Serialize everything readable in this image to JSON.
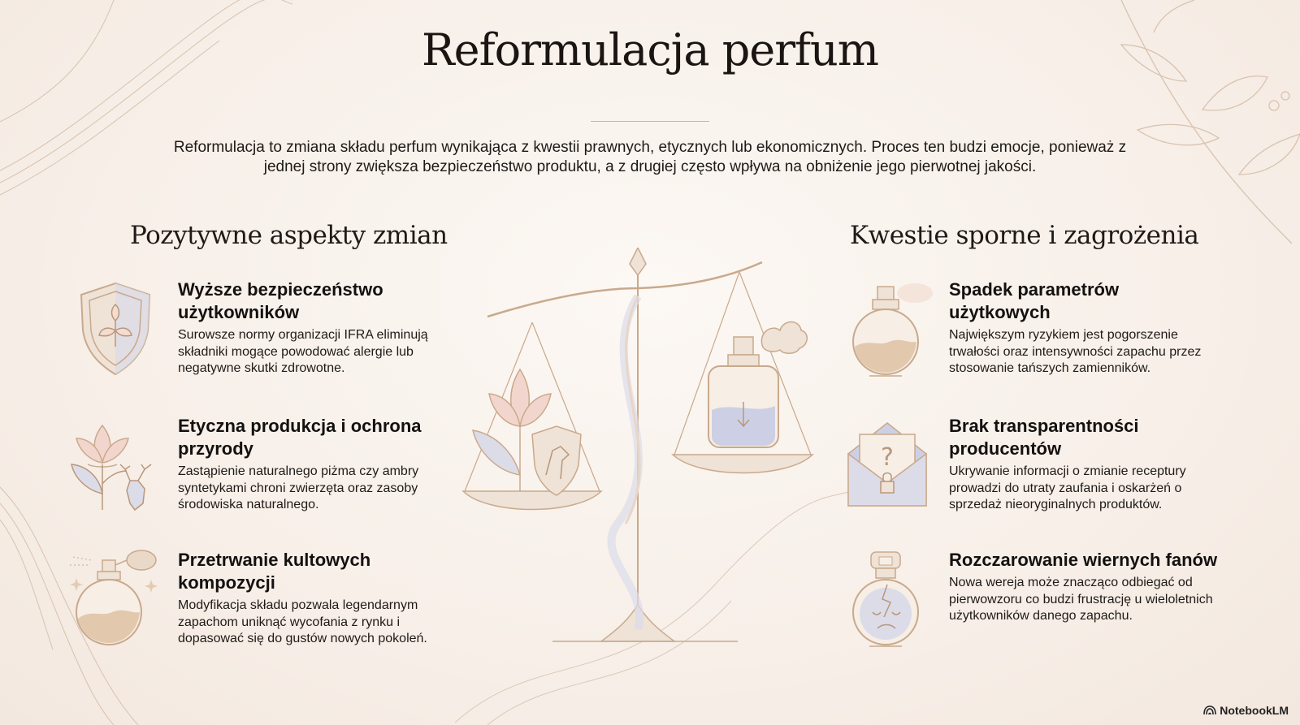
{
  "title": "Reformulacja perfum",
  "intro": "Reformulacja to zmiana składu perfum wynikająca z kwestii prawnych, etycznych lub ekonomicznych. Proces ten budzi emocje, ponieważ z jednej strony zwiększa bezpieczeństwo produktu, a z drugiej często wpływa na obniżenie jego pierwotnej jakości.",
  "left": {
    "heading": "Pozytywne aspekty zmian",
    "items": [
      {
        "title": "Wyższe bezpieczeństwo użytkowników",
        "text": "Surowsze normy organizacji IFRA eliminują składniki mogące powodować alergie lub negatywne skutki zdrowotne.",
        "icon": "shield-icon"
      },
      {
        "title": "Etyczna produkcja i ochrona przyrody",
        "text": "Zastąpienie naturalnego piżma czy ambry syntetykami chroni zwierzęta oraz zasoby środowiska naturalnego.",
        "icon": "lotus-deer-icon"
      },
      {
        "title": "Przetrwanie kultowych kompozycji",
        "text": "Modyfikacja składu pozwala legendarnym zapachom uniknąć wycofania z rynku i dopasować się do gustów nowych pokoleń.",
        "icon": "perfume-atomizer-icon"
      }
    ]
  },
  "right": {
    "heading": "Kwestie sporne i zagrożenia",
    "items": [
      {
        "title": "Spadek parametrów użytkowych",
        "text": "Największym ryzykiem jest pogorszenie trwałości oraz intensywności zapachu przez stosowanie tańszych zamienników.",
        "icon": "perfume-bottle-icon"
      },
      {
        "title": "Brak transparentności producentów",
        "text": "Ukrywanie informacji o zmianie receptury prowadzi do utraty zaufania i oskarżeń o sprzedaż nieoryginalnych produktów.",
        "icon": "envelope-question-icon"
      },
      {
        "title": "Rozczarowanie wiernych fanów",
        "text": "Nowa wereja może znacząco odbiegać od pierwowzoru co budzi frustrację u wieloletnich użytkowników danego zapachu.",
        "icon": "sad-bottle-icon"
      }
    ]
  },
  "brand": "NotebookLM",
  "colors": {
    "accent": "#c9a98c",
    "lilac": "#cdd0e4",
    "pink": "#f1d3cd",
    "sand": "#e3ccb2"
  }
}
